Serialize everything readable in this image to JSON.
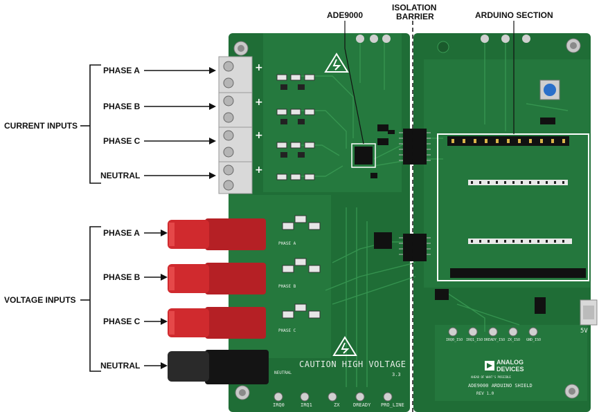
{
  "top_labels": {
    "chip": "ADE9000",
    "isolation_line1": "ISOLATION",
    "isolation_line2": "BARRIER",
    "arduino": "ARDUINO SECTION"
  },
  "current_inputs": {
    "group_label": "CURRENT INPUTS",
    "items": [
      "PHASE A",
      "PHASE B",
      "PHASE C",
      "NEUTRAL"
    ]
  },
  "voltage_inputs": {
    "group_label": "VOLTAGE INPUTS",
    "items": [
      "PHASE A",
      "PHASE B",
      "PHASE C",
      "NEUTRAL"
    ]
  },
  "board_silkscreen": {
    "caution": "CAUTION HIGH VOLTAGE",
    "phase_labels": [
      "PHASE A",
      "PHASE B",
      "PHASE C"
    ],
    "neutral": "NEUTRAL",
    "left_testpoints": [
      "IRQ0",
      "IRQ1",
      "ZX",
      "DREADY",
      "PRO_LINE"
    ],
    "right_testpoints": [
      "IRQ0_ISO",
      "IRQ1_ISO",
      "DREADY_ISO",
      "ZX_ISO",
      "GND_ISO"
    ],
    "brand_line1": "ANALOG",
    "brand_line2": "DEVICES",
    "brand_tagline": "AHEAD OF WHAT'S POSSIBLE",
    "product": "ADE9000 ARDUINO SHIELD",
    "rev": "REV 1.0",
    "power": "5V",
    "version": "3.3"
  },
  "colors": {
    "pcb": "#1f6d36",
    "pcb_light": "#2c8a45",
    "terminal_red": "#c8262a",
    "terminal_black": "#1a1a1a",
    "header_black": "#111111"
  }
}
